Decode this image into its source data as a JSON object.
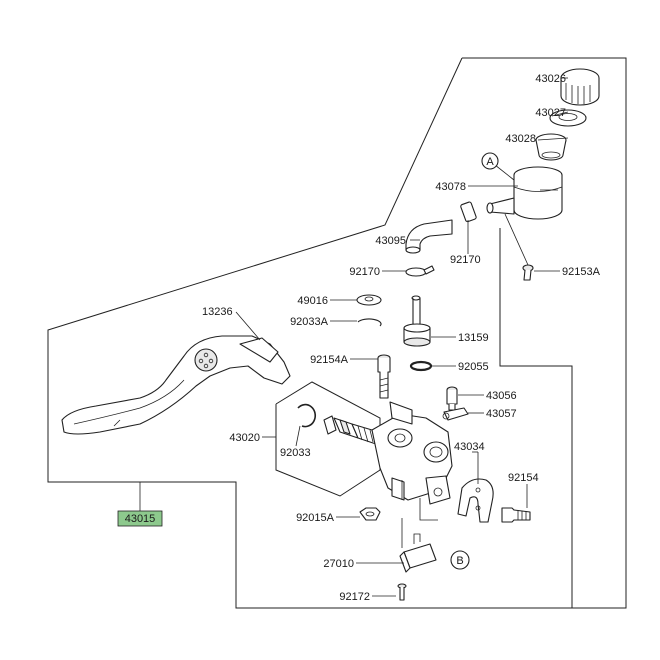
{
  "labels": {
    "p43026": "43026",
    "p43027": "43027",
    "p43028": "43028",
    "p43078": "43078",
    "p43095": "43095",
    "p92170a": "92170",
    "p92170b": "92170",
    "p92153A": "92153A",
    "p49016": "49016",
    "p92033A": "92033A",
    "p13159": "13159",
    "p13236": "13236",
    "p92154A": "92154A",
    "p92055": "92055",
    "p43056": "43056",
    "p43057": "43057",
    "p43020": "43020",
    "p92033": "92033",
    "p43034": "43034",
    "p92154": "92154",
    "p43015": "43015",
    "p92015A": "92015A",
    "p27010": "27010",
    "p92172": "92172"
  },
  "markers": {
    "a": "A",
    "b": "B"
  },
  "colors": {
    "highlight": "#8dc98d",
    "line": "#222222"
  }
}
